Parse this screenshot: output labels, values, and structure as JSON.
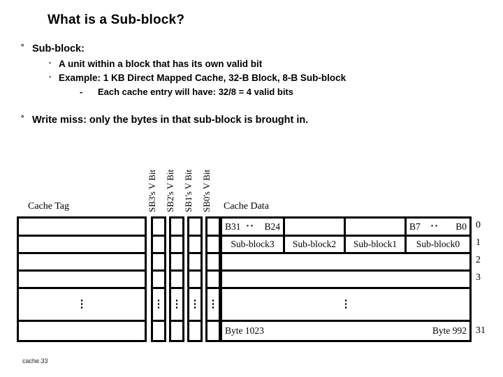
{
  "slide": {
    "title": "What is a Sub-block?",
    "footer": "cache.33"
  },
  "bullets": [
    {
      "marker": "°",
      "level": 1,
      "text": "Sub-block:"
    },
    {
      "marker": "·",
      "level": 2,
      "text": "A unit within a block that has its own valid bit"
    },
    {
      "marker": "·",
      "level": 2,
      "text": "Example: 1 KB Direct Mapped Cache, 32-B Block, 8-B Sub-block"
    },
    {
      "marker": "-",
      "level": 3,
      "text": "Each cache entry will have: 32/8 = 4 valid bits"
    },
    {
      "marker": "°",
      "level": 1,
      "text": "Write miss: only the bytes in that sub-block is brought in."
    }
  ],
  "diagram": {
    "cache_tag_header": "Cache Tag",
    "cache_data_header": "Cache Data",
    "valid_bit_labels": [
      "SB3's V Bit",
      "SB2's V Bit",
      "SB1's V Bit",
      "SB0's V Bit"
    ],
    "byte_range_left": "B31",
    "byte_range_left_end": "B24",
    "byte_range_right": "B7",
    "byte_range_right_end": "B0",
    "byte_range_dots": "··",
    "sub_block_names": [
      "Sub-block3",
      "Sub-block2",
      "Sub-block1",
      "Sub-block0"
    ],
    "last_row_left": "Byte 1023",
    "last_row_right": "Byte 992",
    "row_indices": [
      "0",
      "1",
      "2",
      "3",
      "31"
    ],
    "ellipsis": "⋮"
  }
}
